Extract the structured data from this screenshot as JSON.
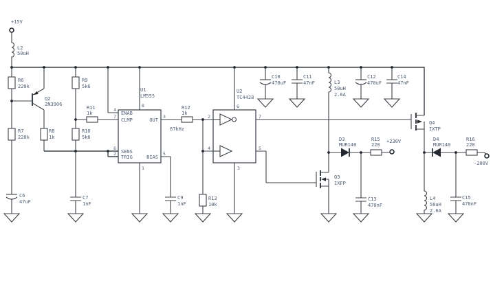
{
  "schematic": {
    "supply_label": "+15V",
    "output_pos_label": "+230V",
    "output_neg_label": "-200V",
    "frequency_label": "67kHz",
    "ics": {
      "u1": {
        "ref": "U1",
        "part": "LM555",
        "pins": {
          "enab": {
            "num": "4",
            "name": "ENAB"
          },
          "clmp": {
            "num": "7",
            "name": "CLMP"
          },
          "sens": {
            "num": "6",
            "name": "SENS"
          },
          "trig": {
            "num": "2",
            "name": "TRIG"
          },
          "out": {
            "num": "3",
            "name": "OUT"
          },
          "bias": {
            "num": "5",
            "name": "BIAS"
          },
          "vcc": {
            "num": "8"
          },
          "gnd": {
            "num": "1"
          }
        }
      },
      "u2": {
        "ref": "U2",
        "part": "TC4428",
        "pins": {
          "vdd": {
            "num": "6"
          },
          "gnd": {
            "num": "3"
          },
          "in_a": {
            "num": "2"
          },
          "out_a": {
            "num": "7"
          },
          "in_b": {
            "num": "4"
          },
          "out_b": {
            "num": "5"
          }
        }
      }
    },
    "resistors": {
      "r6": {
        "ref": "R6",
        "value": "220k"
      },
      "r7": {
        "ref": "R7",
        "value": "220k"
      },
      "r8": {
        "ref": "R8",
        "value": "1k"
      },
      "r9": {
        "ref": "R9",
        "value": "5k6"
      },
      "r10": {
        "ref": "R10",
        "value": "5k6"
      },
      "r11": {
        "ref": "R11",
        "value": "1k"
      },
      "r12": {
        "ref": "R12",
        "value": "1k"
      },
      "r13": {
        "ref": "R13",
        "value": "10k"
      },
      "r15": {
        "ref": "R15",
        "value": "220"
      },
      "r16": {
        "ref": "R16",
        "value": "220"
      }
    },
    "capacitors": {
      "c6": {
        "ref": "C6",
        "value": "47uF"
      },
      "c7": {
        "ref": "C7",
        "value": "1nF"
      },
      "c9": {
        "ref": "C9",
        "value": "1nF"
      },
      "c10": {
        "ref": "C10",
        "value": "470uF"
      },
      "c11": {
        "ref": "C11",
        "value": "47nF"
      },
      "c12": {
        "ref": "C12",
        "value": "470uF"
      },
      "c13": {
        "ref": "C13",
        "value": "470nF"
      },
      "c14": {
        "ref": "C14",
        "value": "47nF"
      },
      "c15": {
        "ref": "C15",
        "value": "470nF"
      }
    },
    "inductors": {
      "l2": {
        "ref": "L2",
        "value": "50uH"
      },
      "l3": {
        "ref": "L3",
        "value": "50uH",
        "current": "2.6A"
      },
      "l4": {
        "ref": "L4",
        "value": "50uH",
        "current": "2.6A"
      }
    },
    "transistors": {
      "q2": {
        "ref": "Q2",
        "part": "2N3906"
      },
      "q3": {
        "ref": "Q3",
        "part": "IXFP"
      },
      "q4": {
        "ref": "Q4",
        "part": "IXTP"
      }
    },
    "diodes": {
      "d3": {
        "ref": "D3",
        "part": "MUR140"
      },
      "d4": {
        "ref": "D4",
        "part": "MUR140"
      }
    },
    "colors": {
      "wire": "#3c4248",
      "text": "#4e5c74",
      "junction": "#23282e",
      "background": "#ffffff"
    }
  }
}
